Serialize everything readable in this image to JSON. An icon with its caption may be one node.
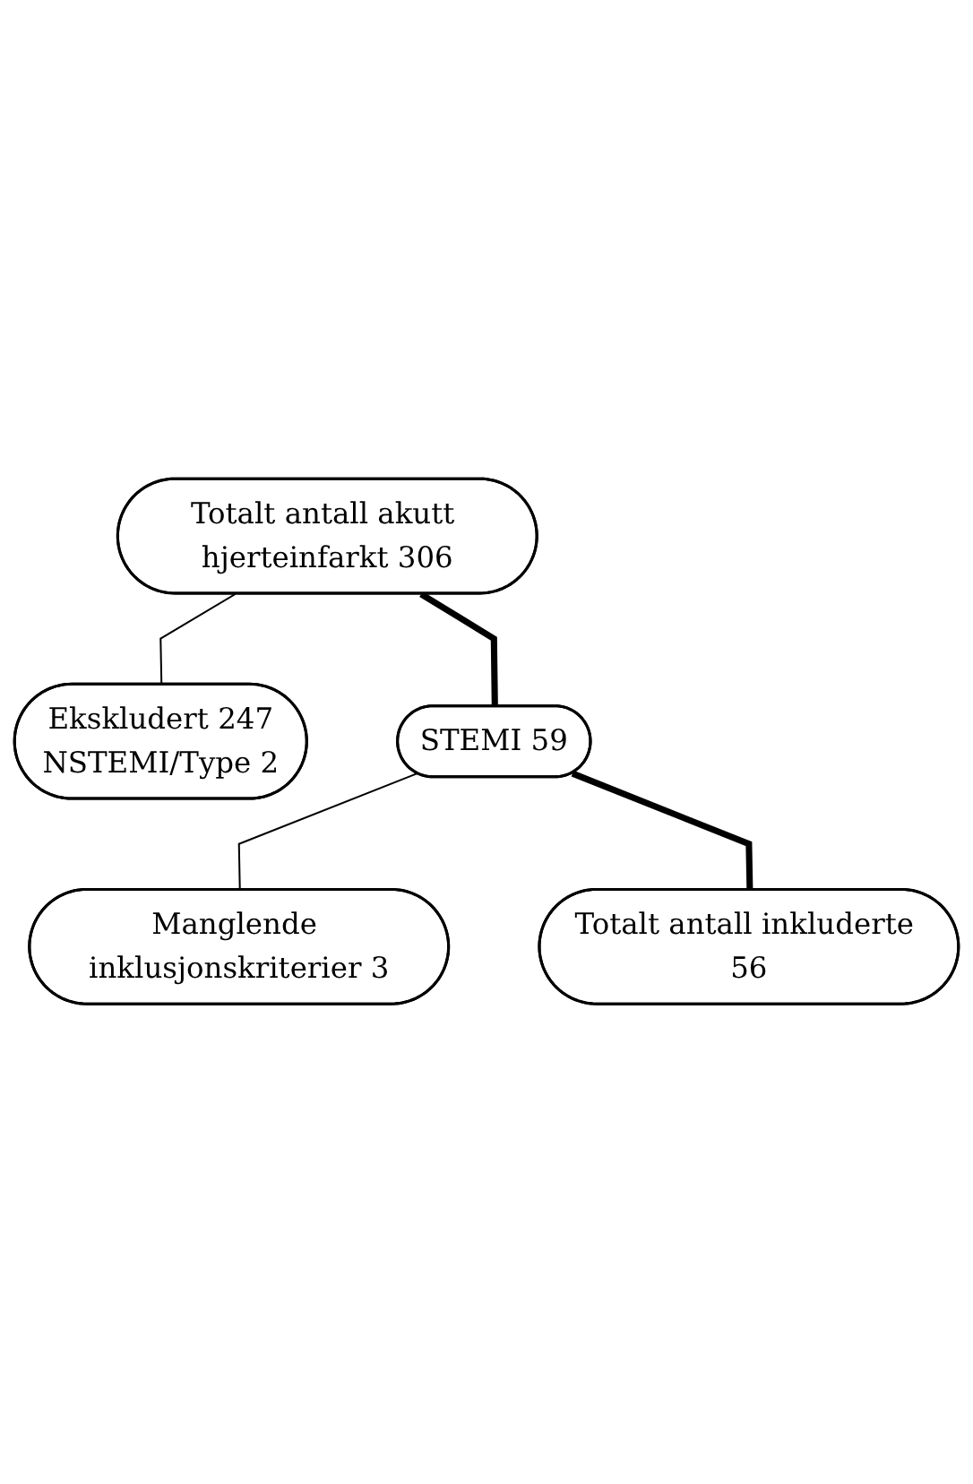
{
  "diagram": {
    "nodes": [
      {
        "text": [
          "Totalt antall akutt hjerteinfarkt 306"
        ]
      },
      {
        "text": [
          "Ekskludert 247",
          "NSTEMI/Type 2"
        ]
      },
      {
        "text": [
          "STEMI 59"
        ]
      },
      {
        "text": [
          "Manglende inklusjonskriterier 3"
        ]
      },
      {
        "text": [
          "Totalt antall inkluderte 56"
        ]
      }
    ],
    "edges": [
      {
        "from": 0,
        "to": 1,
        "arrow": "none"
      },
      {
        "from": 0,
        "to": 2,
        "arrow": "none",
        "style": "thick"
      },
      {
        "from": 2,
        "to": 3,
        "arrow": "none"
      },
      {
        "from": 2,
        "to": 4,
        "arrow": "none",
        "style": "thick"
      }
    ]
  }
}
